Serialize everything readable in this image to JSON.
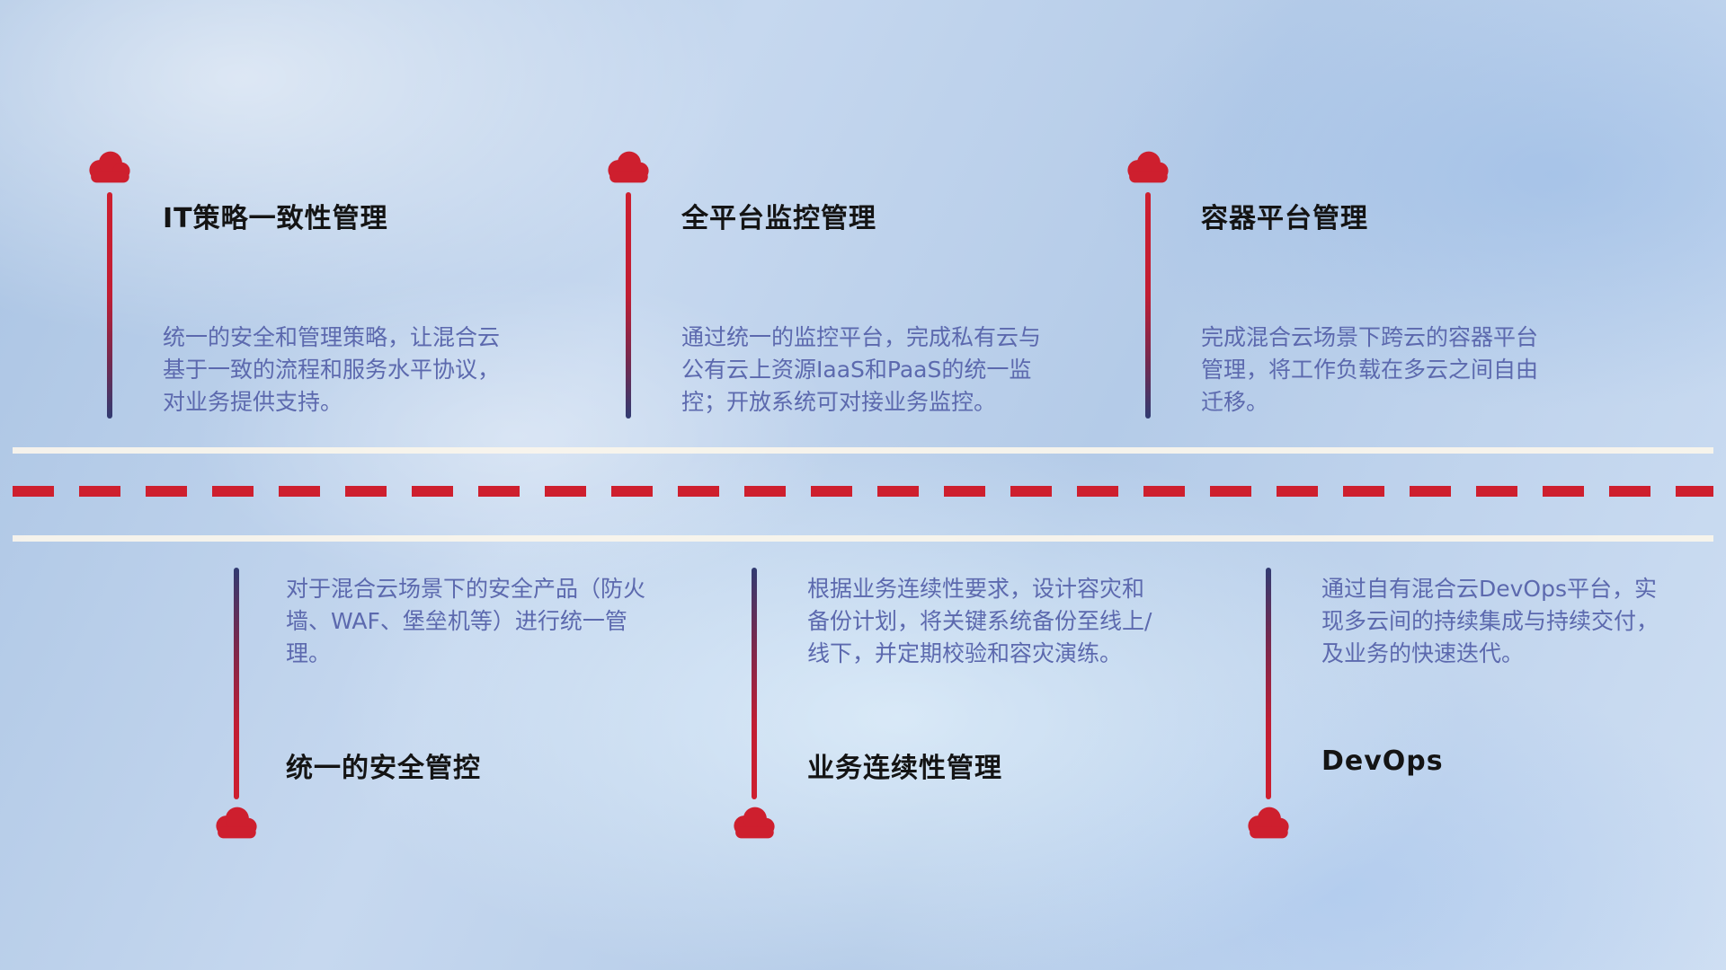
{
  "items": {
    "top": [
      {
        "title": "IT策略一致性管理",
        "description": "统一的安全和管理策略，让混合云基于一致的流程和服务水平协议，对业务提供支持。"
      },
      {
        "title": "全平台监控管理",
        "description": "通过统一的监控平台，完成私有云与公有云上资源IaaS和PaaS的统一监控；开放系统可对接业务监控。"
      },
      {
        "title": "容器平台管理",
        "description": "完成混合云场景下跨云的容器平台管理，将工作负载在多云之间自由迁移。"
      }
    ],
    "bottom": [
      {
        "title": "统一的安全管控",
        "description": "对于混合云场景下的安全产品（防火墙、WAF、堡垒机等）进行统一管理。"
      },
      {
        "title": "业务连续性管理",
        "description": "根据业务连续性要求，设计容灾和备份计划，将关键系统备份至线上/线下，并定期校验和容灾演练。"
      },
      {
        "title": "DevOps",
        "description": "通过自有混合云DevOps平台，实现多云间的持续集成与持续交付，及业务的快速迭代。"
      }
    ]
  },
  "colors": {
    "cloud_red": "#ce1f2e",
    "stem_red": "#ce1f2f",
    "stem_navy": "#313b72",
    "title_text": "#141414",
    "description_text": "#5c69ae",
    "road_line": "#faf5ec",
    "road_dash": "#ce1f2e",
    "background_blue": "#b4cbe8"
  }
}
